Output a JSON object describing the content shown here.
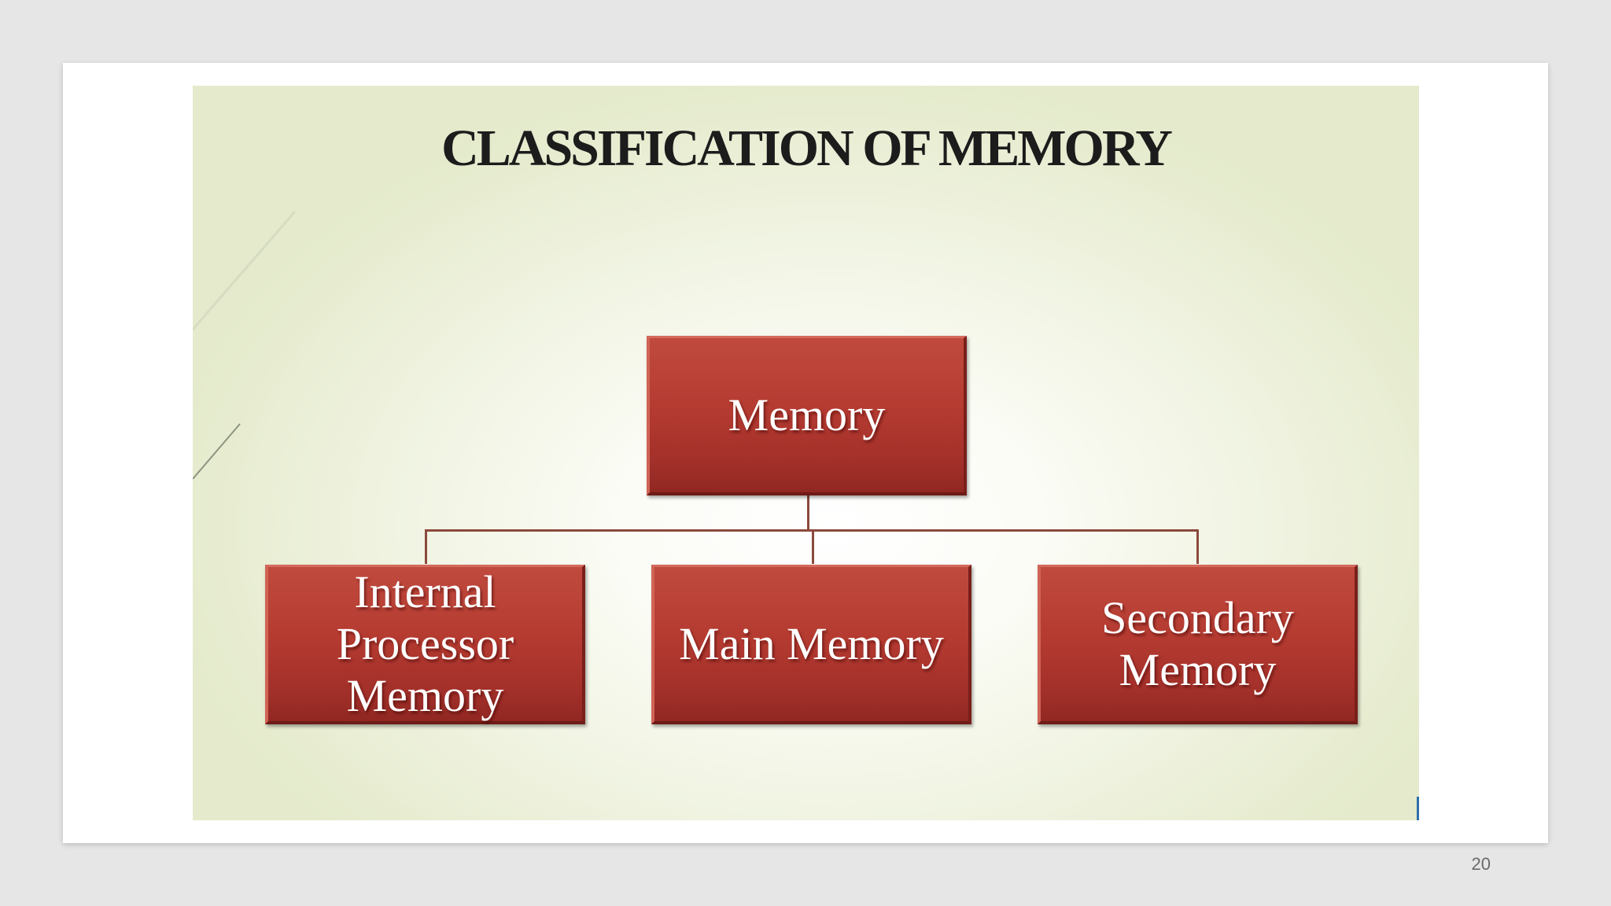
{
  "slide": {
    "title": "CLASSIFICATION OF MEMORY",
    "page_number": "20"
  },
  "diagram": {
    "root": {
      "label": "Memory"
    },
    "children": [
      {
        "label": "Internal\nProcessor\nMemory"
      },
      {
        "label": "Main Memory"
      },
      {
        "label": "Secondary\nMemory"
      }
    ]
  },
  "colors": {
    "node_fill": "#b53b31",
    "connector": "#8b4a3c",
    "page_background": "#e6e6e6"
  }
}
